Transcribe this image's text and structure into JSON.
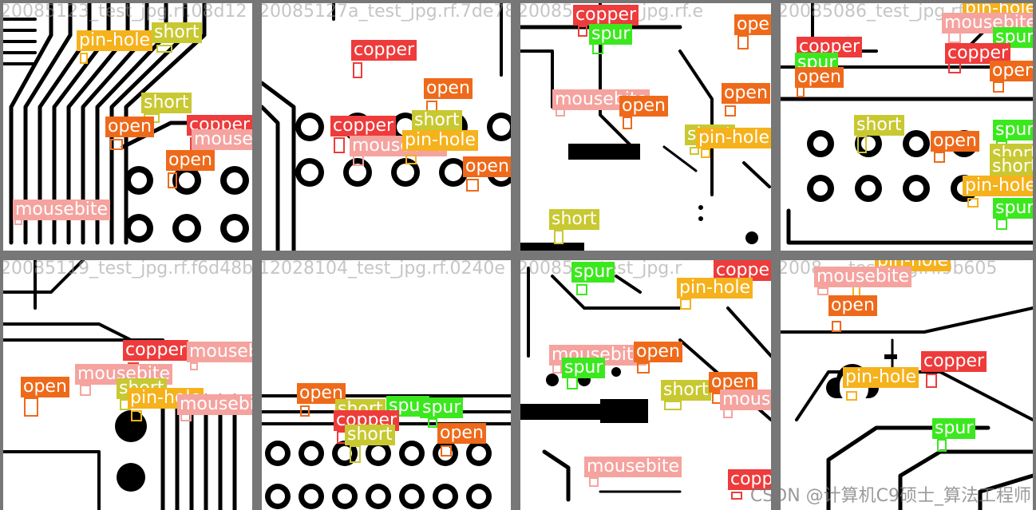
{
  "colors": {
    "copper": "#ee3b3b",
    "open": "#ee6a1a",
    "short": "#c8c832",
    "spur": "#3be81e",
    "pin-hole": "#f5b21c",
    "mousebite": "#f5a39f"
  },
  "tiles": [
    {
      "filename": "20085123_test_jpg.rf.08d12",
      "detections": [
        {
          "cls": "pin-hole",
          "label": "pin-hole"
        },
        {
          "cls": "short",
          "label": "short"
        },
        {
          "cls": "short",
          "label": "short"
        },
        {
          "cls": "open",
          "label": "open"
        },
        {
          "cls": "copper",
          "label": "copper"
        },
        {
          "cls": "mousebite",
          "label": "mousebite"
        },
        {
          "cls": "open",
          "label": "open"
        },
        {
          "cls": "mousebite",
          "label": "mousebite"
        }
      ]
    },
    {
      "filename": "20085127a_test_jpg.rf.7de78",
      "detections": [
        {
          "cls": "copper",
          "label": "copper"
        },
        {
          "cls": "open",
          "label": "open"
        },
        {
          "cls": "short",
          "label": "short"
        },
        {
          "cls": "copper",
          "label": "copper"
        },
        {
          "cls": "mousebite",
          "label": "mousebite"
        },
        {
          "cls": "pin-hole",
          "label": "pin-hole"
        },
        {
          "cls": "open",
          "label": "open"
        }
      ]
    },
    {
      "filename": "20085…_test_jpg.rf.e",
      "detections": [
        {
          "cls": "copper",
          "label": "copper"
        },
        {
          "cls": "spur",
          "label": "spur"
        },
        {
          "cls": "open",
          "label": "open"
        },
        {
          "cls": "mousebite",
          "label": "mousebite"
        },
        {
          "cls": "open",
          "label": "open"
        },
        {
          "cls": "open",
          "label": "open"
        },
        {
          "cls": "short",
          "label": "short"
        },
        {
          "cls": "pin-hole",
          "label": "pin-hole"
        },
        {
          "cls": "short",
          "label": "short"
        }
      ]
    },
    {
      "filename": "20085086_test_jpg.rf",
      "detections": [
        {
          "cls": "pin-hole",
          "label": "pin-hole"
        },
        {
          "cls": "mousebite",
          "label": "mousebite"
        },
        {
          "cls": "spur",
          "label": "spur"
        },
        {
          "cls": "copper",
          "label": "copper"
        },
        {
          "cls": "copper",
          "label": "copper"
        },
        {
          "cls": "spur",
          "label": "spur"
        },
        {
          "cls": "open",
          "label": "open"
        },
        {
          "cls": "open",
          "label": "open"
        },
        {
          "cls": "short",
          "label": "short"
        },
        {
          "cls": "spur",
          "label": "spur"
        },
        {
          "cls": "open",
          "label": "open"
        },
        {
          "cls": "short",
          "label": "short"
        },
        {
          "cls": "short",
          "label": "short"
        },
        {
          "cls": "pin-hole",
          "label": "pin-hole"
        },
        {
          "cls": "spur",
          "label": "spur"
        }
      ]
    },
    {
      "filename": "20085119_test_jpg.rf.f6d48b",
      "detections": [
        {
          "cls": "copper",
          "label": "copper"
        },
        {
          "cls": "mousebite",
          "label": "mousebite"
        },
        {
          "cls": "mousebite",
          "label": "mousebite"
        },
        {
          "cls": "open",
          "label": "open"
        },
        {
          "cls": "short",
          "label": "short"
        },
        {
          "cls": "pin-hole",
          "label": "pin-hole"
        },
        {
          "cls": "mousebite",
          "label": "mousebite"
        }
      ]
    },
    {
      "filename": "12028104_test_jpg.rf.0240e",
      "detections": [
        {
          "cls": "open",
          "label": "open"
        },
        {
          "cls": "short",
          "label": "short"
        },
        {
          "cls": "spur",
          "label": "spur"
        },
        {
          "cls": "copper",
          "label": "copper"
        },
        {
          "cls": "spur",
          "label": "spur"
        },
        {
          "cls": "short",
          "label": "short"
        },
        {
          "cls": "open",
          "label": "open"
        }
      ]
    },
    {
      "filename": "20085…_test_jpg.r",
      "detections": [
        {
          "cls": "spur",
          "label": "spur"
        },
        {
          "cls": "copper",
          "label": "copper"
        },
        {
          "cls": "pin-hole",
          "label": "pin-hole"
        },
        {
          "cls": "mousebite",
          "label": "mousebite"
        },
        {
          "cls": "open",
          "label": "open"
        },
        {
          "cls": "spur",
          "label": "spur"
        },
        {
          "cls": "short",
          "label": "short"
        },
        {
          "cls": "open",
          "label": "open"
        },
        {
          "cls": "mousebite",
          "label": "mousebite"
        },
        {
          "cls": "mousebite",
          "label": "mousebite"
        },
        {
          "cls": "copper",
          "label": "copper"
        }
      ]
    },
    {
      "filename": "2008…_test_jpg.rf.9b605",
      "detections": [
        {
          "cls": "pin-hole",
          "label": "pin-hole"
        },
        {
          "cls": "mousebite",
          "label": "mousebite"
        },
        {
          "cls": "open",
          "label": "open"
        },
        {
          "cls": "copper",
          "label": "copper"
        },
        {
          "cls": "pin-hole",
          "label": "pin-hole"
        },
        {
          "cls": "spur",
          "label": "spur"
        }
      ]
    }
  ],
  "watermark": "CSDN @计算机C9硕士_算法工程师"
}
